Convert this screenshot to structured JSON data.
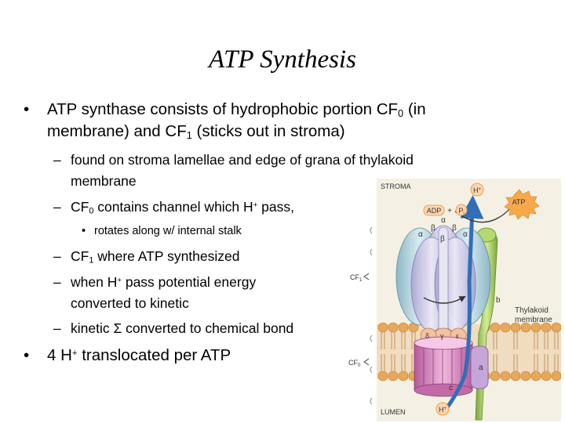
{
  "slide": {
    "title": "ATP Synthesis",
    "bullets": [
      {
        "before": "ATP synthase consists of hydrophobic portion CF",
        "sub": "0",
        "after": " (in"
      },
      {
        "before": "membrane) and CF",
        "sub": "1",
        "after": " (sticks out in stroma)"
      },
      {
        "text": "found on stroma lamellae and edge of grana of thylakoid"
      },
      {
        "text": "membrane"
      },
      {
        "before": "CF",
        "sub": "0",
        "mid": " contains channel which H",
        "sup": "+",
        "after": " pass,"
      },
      {
        "text": "rotates along w/ internal stalk"
      },
      {
        "before": "CF",
        "sub": "1",
        "after": " where ATP synthesized"
      },
      {
        "before": "when H",
        "sup": "+",
        "after": " pass potential energy"
      },
      {
        "text": "converted to kinetic"
      },
      {
        "text": "kinetic Σ converted to chemical bond"
      },
      {
        "before": "4 H",
        "sup": "+",
        "after": " translocated per ATP"
      }
    ],
    "markers": {
      "bullet": "•",
      "dash": "–"
    }
  },
  "figure": {
    "stroma": "STROMA",
    "lumen": "LUMEN",
    "cf1": "CF",
    "cf1_sub": "1",
    "cf0": "CF",
    "cf0_sub": "0",
    "adp": "ADP",
    "plus": "+",
    "pi": "P",
    "pi_sub": "i",
    "atp": "ATP",
    "h": "H",
    "h_sup": "+",
    "alpha": "α",
    "beta": "β",
    "gamma": "γ",
    "delta": "δ",
    "epsilon": "ε",
    "a": "a",
    "b": "b",
    "c": "c",
    "thylakoid_line1": "Thylakoid",
    "thylakoid_line2": "membrane",
    "colors": {
      "lipid_head": "#e8a85a",
      "alpha_subunit": "#bcd8e2",
      "beta_subunit": "#d8d4ee",
      "c_ring": "#d98cc4",
      "b_stalk": "#a6cc5a",
      "proton_path": "#2f6fb8",
      "badge": "#f08a2c"
    }
  }
}
